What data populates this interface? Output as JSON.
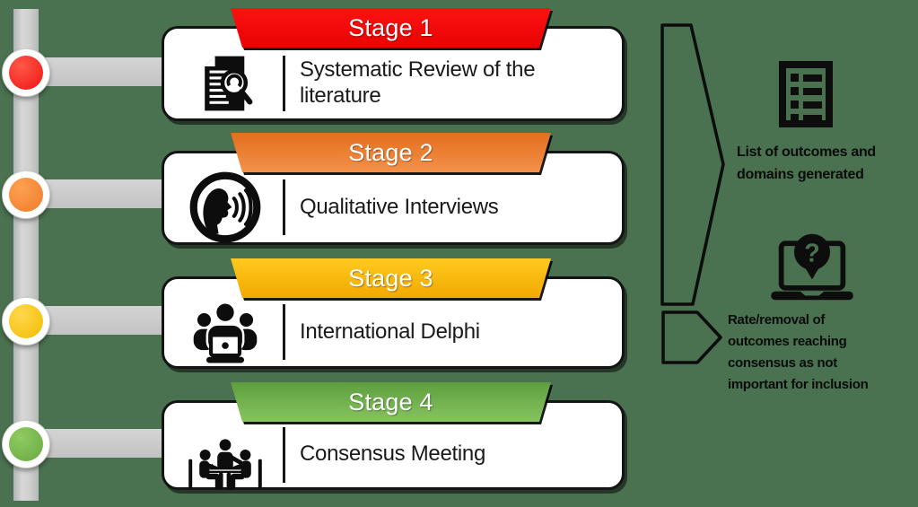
{
  "background_color": "#4a7150",
  "stages": [
    {
      "banner": "Stage 1",
      "title": "Systematic Review of the\nliterature",
      "icon": "document-search-icon",
      "banner_color_top": "#fd1111",
      "banner_color_bottom": "#e80303",
      "node_color": "#ee1414",
      "node_highlight": "#ff5848"
    },
    {
      "banner": "Stage 2",
      "title": "Qualitative Interviews",
      "icon": "talking-head-icon",
      "banner_color_top": "#e26f1e",
      "banner_color_bottom": "#f4914a",
      "node_color": "#ee7c2b",
      "node_highlight": "#ffa050"
    },
    {
      "banner": "Stage 3",
      "title": "International Delphi",
      "icon": "group-laptop-icon",
      "banner_color_top": "#ffc91f",
      "banner_color_bottom": "#f2a900",
      "node_color": "#f3bb00",
      "node_highlight": "#ffd84d"
    },
    {
      "banner": "Stage 4",
      "title": "Consensus Meeting",
      "icon": "meeting-table-icon",
      "banner_color_top": "#5f9e3e",
      "banner_color_bottom": "#86c55f",
      "node_color": "#67a93f",
      "node_highlight": "#8fcc63"
    }
  ],
  "annotations": [
    {
      "icon": "checklist-icon",
      "text": "List of outcomes and\ndomains generated"
    },
    {
      "icon": "laptop-question-icon",
      "text": "Rate/removal of\noutcomes reaching\nconsensus as not\nimportant for inclusion"
    }
  ]
}
